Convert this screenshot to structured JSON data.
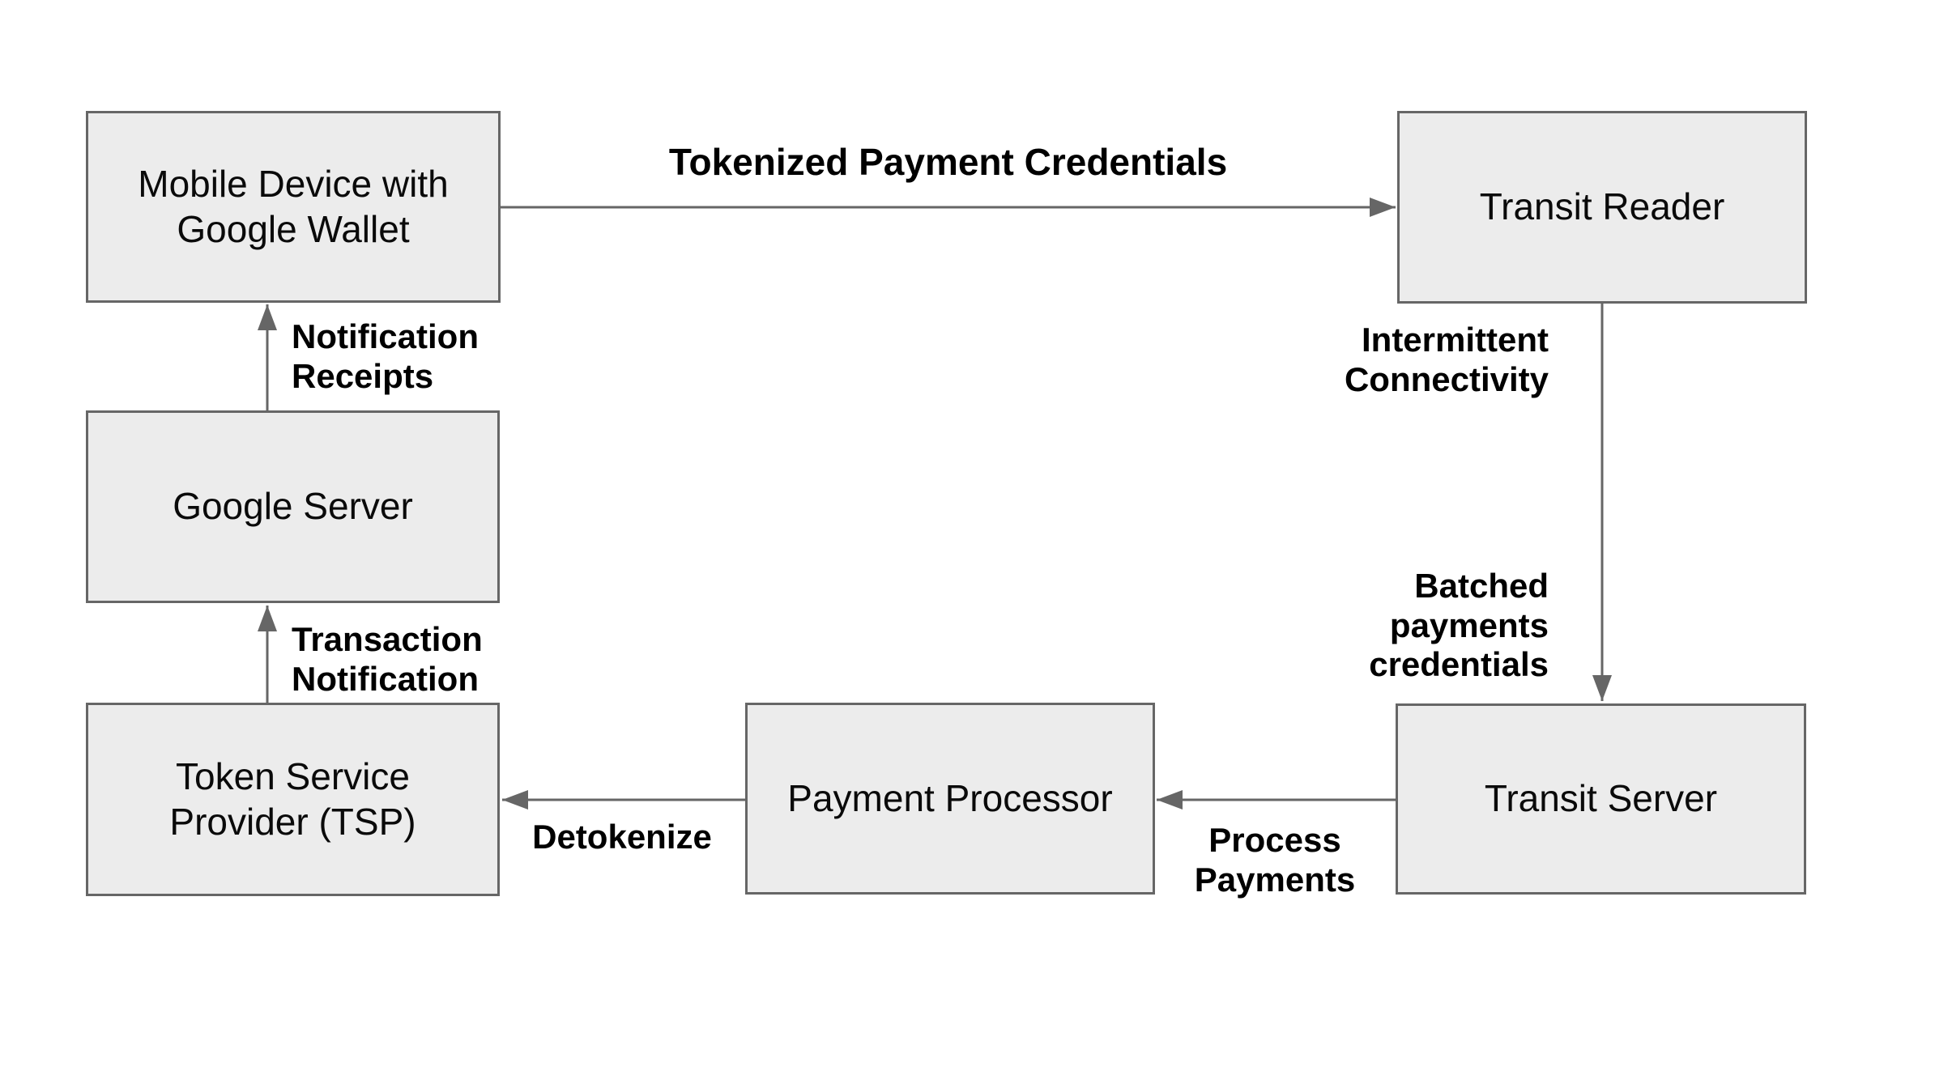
{
  "diagram": {
    "background_color": "#ffffff",
    "box_fill_color": "#ececec",
    "box_border_color": "#666666",
    "arrow_color": "#666666",
    "text_color": "#000000",
    "nodes": {
      "mobile_device": {
        "lines": [
          "Mobile Device with",
          "Google Wallet"
        ]
      },
      "transit_reader": {
        "lines": [
          "Transit Reader"
        ]
      },
      "google_server": {
        "lines": [
          "Google Server"
        ]
      },
      "token_service_provider": {
        "lines": [
          "Token Service",
          "Provider (TSP)"
        ]
      },
      "payment_processor": {
        "lines": [
          "Payment Processor"
        ]
      },
      "transit_server": {
        "lines": [
          "Transit Server"
        ]
      }
    },
    "edge_labels": {
      "tokenized_payment_credentials": {
        "lines": [
          "Tokenized Payment Credentials"
        ]
      },
      "notification_receipts": {
        "lines": [
          "Notification",
          "Receipts"
        ]
      },
      "transaction_notification": {
        "lines": [
          "Transaction",
          "Notification"
        ]
      },
      "intermittent_connectivity": {
        "lines": [
          "Intermittent",
          "Connectivity"
        ]
      },
      "batched_payments_credentials": {
        "lines": [
          "Batched",
          "payments",
          "credentials"
        ]
      },
      "process_payments": {
        "lines": [
          "Process",
          "Payments"
        ]
      },
      "detokenize": {
        "lines": [
          "Detokenize"
        ]
      }
    }
  }
}
